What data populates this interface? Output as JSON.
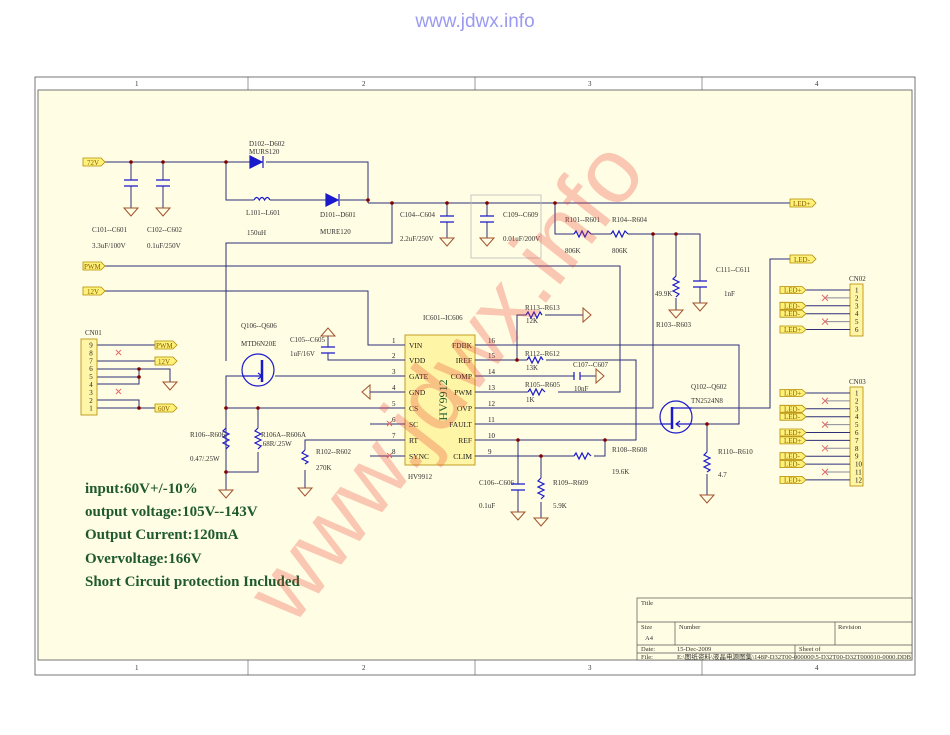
{
  "watermark_top": "www.jdwx.info",
  "watermark_diag": "www.jdwx.info",
  "border": {
    "cols": [
      "1",
      "2",
      "3",
      "4"
    ]
  },
  "nets": {
    "v72": "72V",
    "pwm": "PWM",
    "v12": "12V",
    "v60": "60V",
    "ledp": "LED+",
    "ledm": "LED-"
  },
  "parts": {
    "d102": {
      "ref": "D102--D602",
      "val": "MURS120"
    },
    "d101": {
      "ref": "D101--D601",
      "val": "MURE120"
    },
    "l101": {
      "ref": "L101--L601",
      "val": "150uH"
    },
    "c101": {
      "ref": "C101--C601",
      "val": "3.3uF/100V"
    },
    "c102": {
      "ref": "C102--C602",
      "val": "0.1uF/250V"
    },
    "c104": {
      "ref": "C104--C604",
      "val": "2.2uF/250V"
    },
    "c109": {
      "ref": "C109--C609",
      "val": "0.01uF/200V"
    },
    "r101": {
      "ref": "R101--R601",
      "val": "806K"
    },
    "r104": {
      "ref": "R104--R604",
      "val": "806K"
    },
    "r103": {
      "ref": "R103--R603",
      "val": "49.9K"
    },
    "c111": {
      "ref": "C111--C611",
      "val": "1nF"
    },
    "r113": {
      "ref": "R113--R613",
      "val": "12K"
    },
    "r112": {
      "ref": "R112--R612",
      "val": "13K"
    },
    "c107": {
      "ref": "C107--C607",
      "val": "10nF"
    },
    "r105": {
      "ref": "R105--R605",
      "val": "1K"
    },
    "r108": {
      "ref": "R108--R608",
      "val": "19.6K"
    },
    "c106": {
      "ref": "C106--C606",
      "val": "0.1uF"
    },
    "r109": {
      "ref": "R109--R609",
      "val": "5.9K"
    },
    "q106": {
      "ref": "Q106--Q606",
      "val": "MTD6N20E"
    },
    "c105": {
      "ref": "C105--C605",
      "val": "1uF/16V"
    },
    "r106": {
      "ref": "R106--R606",
      "val": "0.47/.25W"
    },
    "r106a": {
      "ref": "R106A--R606A",
      "val": ".68R/.25W"
    },
    "r102": {
      "ref": "R102--R602",
      "val": "270K"
    },
    "q102": {
      "ref": "Q102--Q602",
      "val": "TN2524N8"
    },
    "r110": {
      "ref": "R110--R610",
      "val": "4.7"
    }
  },
  "ic": {
    "ref": "IC601--IC606",
    "part": "HV9912",
    "name": "HV9912",
    "left": [
      {
        "n": "1",
        "p": "VIN"
      },
      {
        "n": "2",
        "p": "VDD"
      },
      {
        "n": "3",
        "p": "GATE"
      },
      {
        "n": "4",
        "p": "GND"
      },
      {
        "n": "5",
        "p": "CS"
      },
      {
        "n": "6",
        "p": "SC"
      },
      {
        "n": "7",
        "p": "RT"
      },
      {
        "n": "8",
        "p": "SYNC"
      }
    ],
    "right": [
      {
        "n": "16",
        "p": "FDBK"
      },
      {
        "n": "15",
        "p": "IREF"
      },
      {
        "n": "14",
        "p": "COMP"
      },
      {
        "n": "13",
        "p": "PWM"
      },
      {
        "n": "12",
        "p": "OVP"
      },
      {
        "n": "11",
        "p": "FAULT"
      },
      {
        "n": "10",
        "p": "REF"
      },
      {
        "n": "9",
        "p": "CLIM"
      }
    ]
  },
  "cn01": {
    "ref": "CN01",
    "pins": [
      "9",
      "8",
      "7",
      "6",
      "5",
      "4",
      "3",
      "2",
      "1"
    ]
  },
  "cn02": {
    "ref": "CN02",
    "pins": [
      "1",
      "2",
      "3",
      "4",
      "5",
      "6"
    ],
    "nets": [
      "LED+",
      "",
      "LED-",
      "LED-",
      "",
      "LED+"
    ]
  },
  "cn03": {
    "ref": "CN03",
    "pins": [
      "1",
      "2",
      "3",
      "4",
      "5",
      "6",
      "7",
      "8",
      "9",
      "10",
      "11",
      "12"
    ],
    "nets": [
      "LED+",
      "",
      "LED-",
      "LED-",
      "",
      "LED+",
      "LED+",
      "",
      "LED-",
      "LED-",
      "",
      "LED+"
    ]
  },
  "specs": [
    "input:60V+/-10%",
    "output voltage:105V--143V",
    "Output Current:120mA",
    "Overvoltage:166V",
    "Short Circuit protection Included"
  ],
  "titleblock": {
    "title_label": "Title",
    "size_label": "Size",
    "size": "A4",
    "number_label": "Number",
    "revision_label": "Revision",
    "date_label": "Date:",
    "date": "15-Dec-2009",
    "sheet_label": "Sheet    of",
    "file_label": "File:",
    "file": "E:\\图纸资料\\液晶电源图集\\148P-D32T00-000000\\5-D32T00-D32T000010-0000.DDB"
  }
}
